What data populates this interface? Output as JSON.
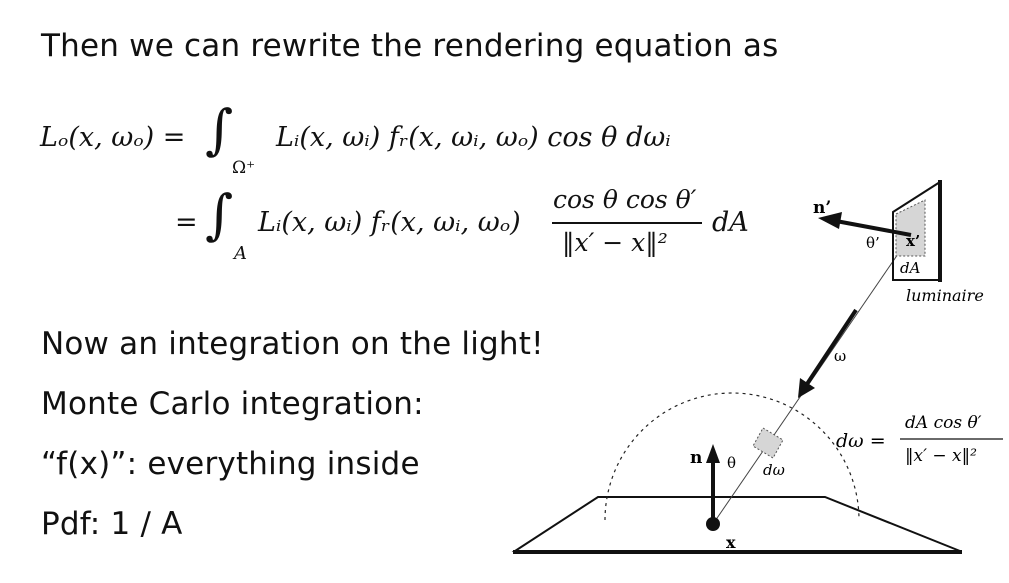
{
  "slide": {
    "intro": "Then we can rewrite the rendering equation as",
    "bullets": [
      "Now an integration on the light!",
      "Monte Carlo integration:",
      "“f(x)”: everything inside",
      "Pdf: 1 / A"
    ]
  },
  "equation": {
    "lhs": "Lₒ(x, ωₒ) =",
    "line1_integral_domain": "Ω⁺",
    "line1_integrand": "Lᵢ(x, ωᵢ) fᵣ(x, ωᵢ, ωₒ) cos θ dωᵢ",
    "line2_eq": "=",
    "line2_integral_domain": "A",
    "line2_integrand": "Lᵢ(x, ωᵢ) fᵣ(x, ωᵢ, ωₒ)",
    "line2_fraction_num": "cos θ cos θ′",
    "line2_fraction_den": "‖x′ − x‖²",
    "line2_tail": "dA"
  },
  "figure": {
    "label_n_prime": "n’",
    "label_theta_prime": "θ’",
    "label_x_prime": "x’",
    "label_dA": "dA",
    "label_luminaire": "luminaire",
    "label_omega": "ω",
    "label_n": "n",
    "label_theta": "θ",
    "label_domega": "dω",
    "label_x": "x",
    "domega_lhs": "dω =",
    "domega_num": "dA cos θ′",
    "domega_den": "‖x′ − x‖²"
  }
}
